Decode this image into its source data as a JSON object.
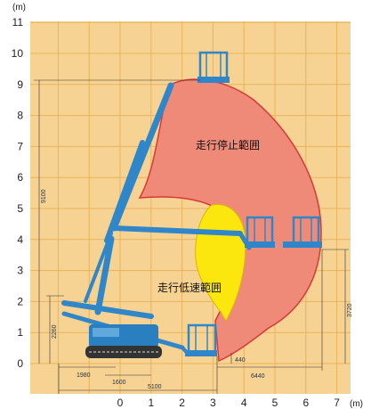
{
  "units": {
    "y_unit": "(m)",
    "x_unit": "(m)"
  },
  "y_ticks": [
    "0",
    "1",
    "2",
    "3",
    "4",
    "5",
    "6",
    "7",
    "8",
    "9",
    "10",
    "11"
  ],
  "x_ticks": [
    "0",
    "1",
    "2",
    "3",
    "4",
    "5",
    "6",
    "7"
  ],
  "zones": {
    "stop_label": "走行停止範囲",
    "low_speed_label": "走行低速範囲"
  },
  "dimensions": {
    "height_max": "9100",
    "height_base": "2260",
    "right_height": "3720",
    "offset_small": "440",
    "width_1980": "1980",
    "width_1600": "1600",
    "width_5100": "5100",
    "width_6440": "6440"
  },
  "colors": {
    "background": "#f7d393",
    "grid": "#e9b35a",
    "stop_zone": "#f08a78",
    "stop_zone_edge": "#d93838",
    "low_speed_zone": "#fbe60e",
    "boom": "#2f86c8",
    "machine_body": "#2a7fc0"
  }
}
